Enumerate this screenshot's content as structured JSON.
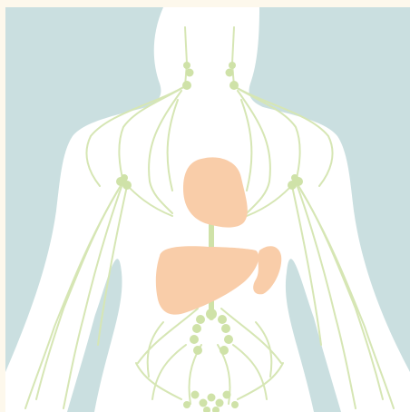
{
  "figure": {
    "subject": "lymphatic-system-anatomy",
    "colors": {
      "background": "#cadfe0",
      "frame": "#fdf8ec",
      "body": "#ffffff",
      "vessels": "#d6e6b4",
      "nodes": "#cfe2a8",
      "organs": "#f9cda9"
    },
    "parts": [
      {
        "id": "body-silhouette",
        "kind": "human torso"
      },
      {
        "id": "thymus",
        "kind": "organ"
      },
      {
        "id": "liver",
        "kind": "organ"
      },
      {
        "id": "spleen",
        "kind": "organ"
      },
      {
        "id": "thoracic-duct",
        "kind": "vessel"
      },
      {
        "id": "lymph-nodes",
        "kind": "node clusters"
      }
    ]
  }
}
